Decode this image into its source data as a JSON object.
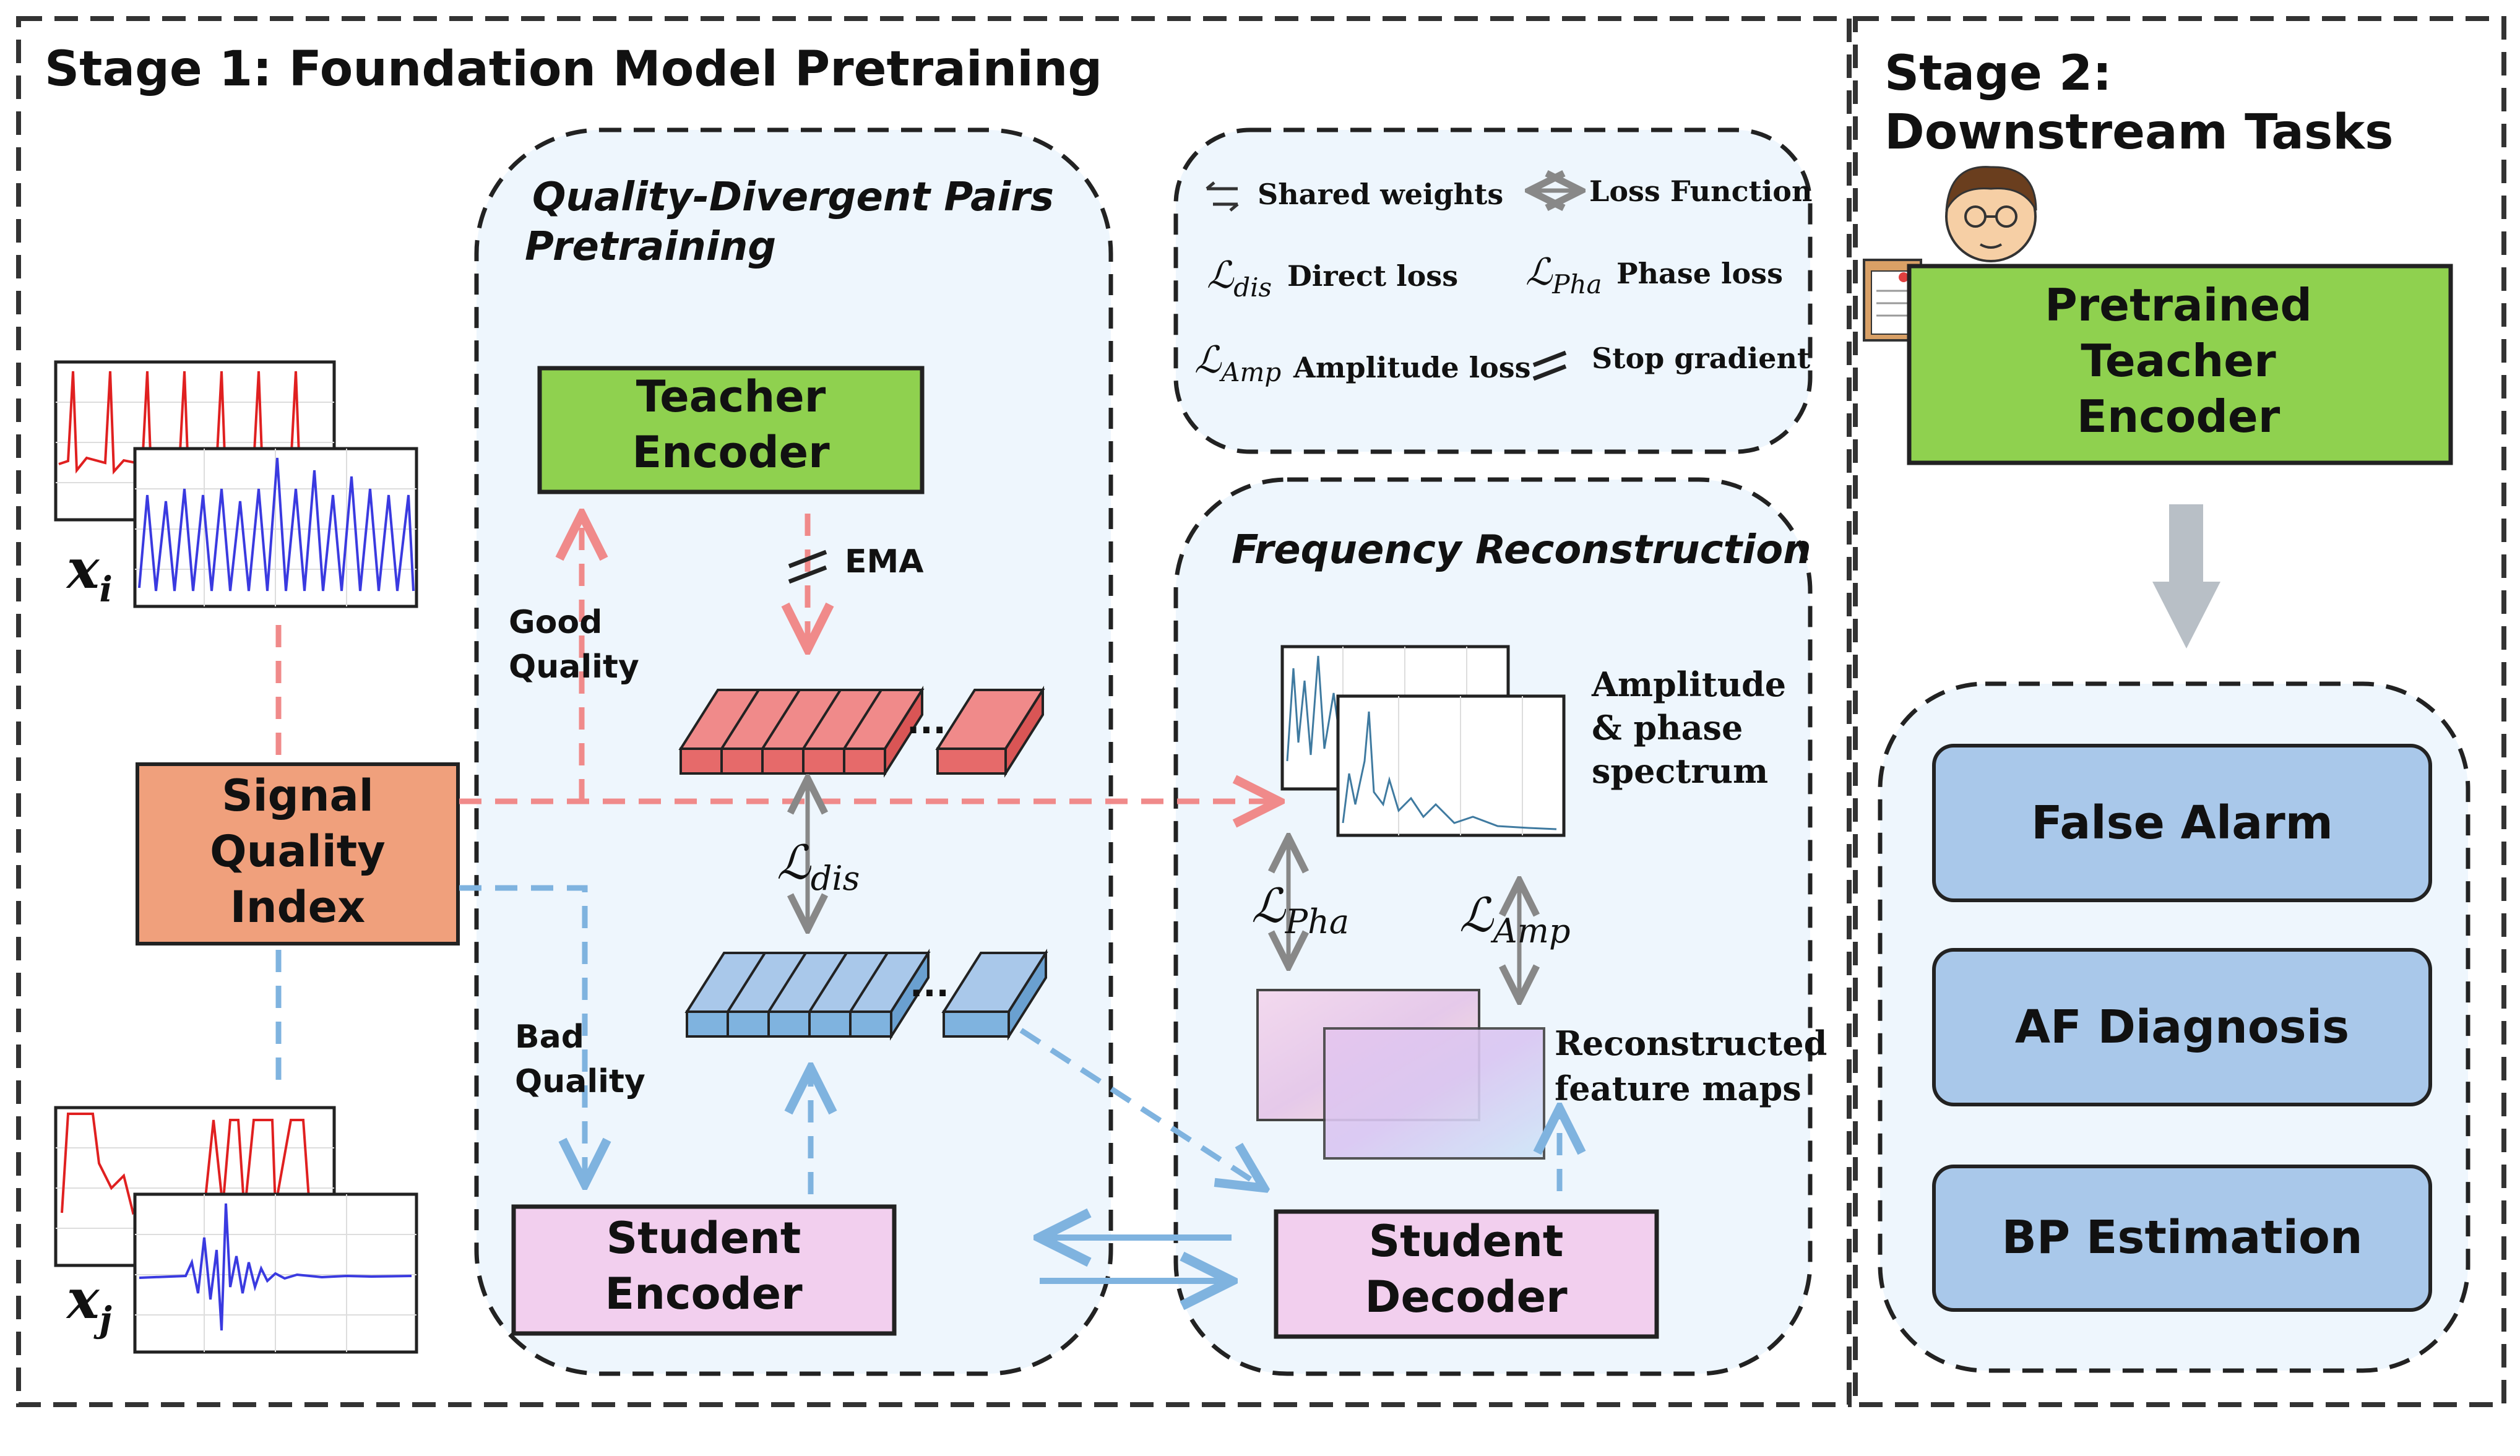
{
  "stage1": {
    "title": "Stage 1: Foundation Model Pretraining"
  },
  "stage2": {
    "title_line1": "Stage 2:",
    "title_line2": "Downstream Tasks"
  },
  "qdp": {
    "title_line1": "Quality-Divergent Pairs",
    "title_line2": "Pretraining"
  },
  "freq": {
    "title": "Frequency Reconstruction"
  },
  "legend": {
    "shared_weights": "Shared weights",
    "loss_function": "Loss Function",
    "direct_loss": "Direct loss",
    "phase_loss": "Phase loss",
    "amplitude_loss": "Amplitude loss",
    "stop_gradient": "Stop gradient",
    "sym_dis_base": "ℒ",
    "sym_dis_sub": "dis",
    "sym_pha_base": "ℒ",
    "sym_pha_sub": "Pha",
    "sym_amp_base": "ℒ",
    "sym_amp_sub": "Amp"
  },
  "signals": {
    "xi_base": "x",
    "xi_sub": "i",
    "xj_base": "x",
    "xj_sub": "j"
  },
  "sqi": {
    "line1": "Signal",
    "line2": "Quality",
    "line3": "Index"
  },
  "teacher": {
    "line1": "Teacher",
    "line2": "Encoder"
  },
  "student_encoder": {
    "line1": "Student",
    "line2": "Encoder"
  },
  "student_decoder": {
    "line1": "Student",
    "line2": "Decoder"
  },
  "labels": {
    "ema": "EMA",
    "good_line1": "Good",
    "good_line2": "Quality",
    "bad_line1": "Bad",
    "bad_line2": "Quality",
    "ellipsis": "...",
    "ldis_base": "ℒ",
    "ldis_sub": "dis",
    "lpha_base": "ℒ",
    "lpha_sub": "Pha",
    "lamp_base": "ℒ",
    "lamp_sub": "Amp",
    "amp_line1": "Amplitude",
    "amp_line2": "& phase",
    "amp_line3": "spectrum",
    "recon_line1": "Reconstructed",
    "recon_line2": "feature maps"
  },
  "pretrained": {
    "line1": "Pretrained",
    "line2": "Teacher",
    "line3": "Encoder"
  },
  "tasks": [
    {
      "label": "False Alarm"
    },
    {
      "label": "AF Diagnosis"
    },
    {
      "label": "BP Estimation"
    }
  ],
  "colors": {
    "green": "#8fd14f",
    "pink": "#f2cfee",
    "orange": "#f0a07c",
    "blue_box": "#a9c8ea",
    "red_arrow": "#f08a8a",
    "blue_arrow": "#7fb3df",
    "panel_bg": "#eef6fd"
  }
}
